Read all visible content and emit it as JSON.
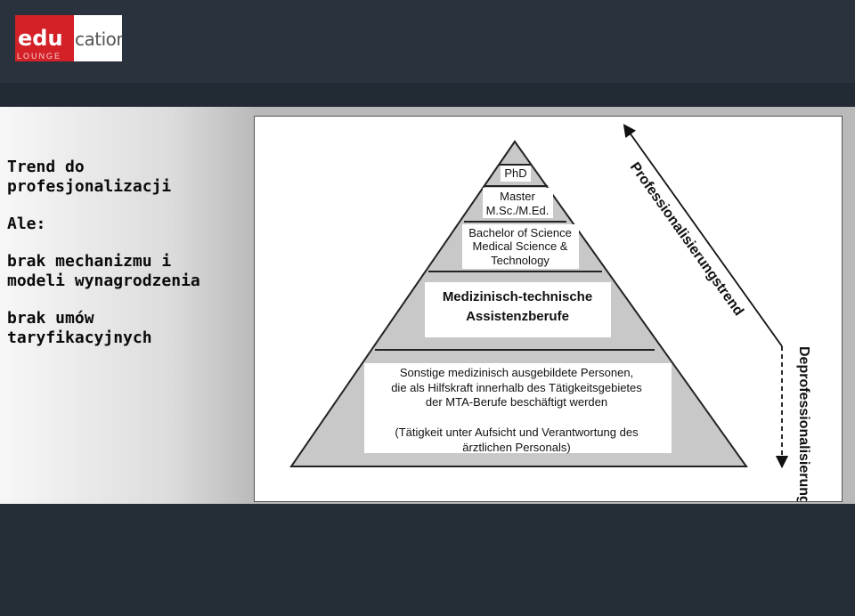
{
  "logo": {
    "part1": "edu",
    "part2": "cation",
    "sub": "LOUNGE"
  },
  "left": {
    "trend_line1": "Trend do",
    "trend_line2": "profesjonalizacji",
    "ale": "Ale:",
    "brak1_line1": "brak mechanizmu i",
    "brak1_line2": "modeli wynagrodzenia",
    "brak2_line1": "brak umów",
    "brak2_line2": "taryfikacyjnych"
  },
  "pyramid": {
    "phd": "PhD",
    "master_l1": "Master",
    "master_l2": "M.Sc./M.Ed.",
    "bachelor_l1": "Bachelor of Science",
    "bachelor_l2": "Medical Science &",
    "bachelor_l3": "Technology",
    "mta_l1": "Medizinisch-technische",
    "mta_l2": "Assistenzberufe",
    "sonstige_l1": "Sonstige medizinisch ausgebildete Personen,",
    "sonstige_l2": "die als Hilfskraft innerhalb des Tätigkeitsgebietes",
    "sonstige_l3": "der MTA-Berufe beschäftigt werden",
    "sonstige_l4": "(Tätigkeit unter Aufsicht und Verantwortung des",
    "sonstige_l5": "ärztlichen Personals)",
    "prof_label": "Professionalisierungstrend",
    "deprof_label": "Deprofessionalisierung"
  }
}
